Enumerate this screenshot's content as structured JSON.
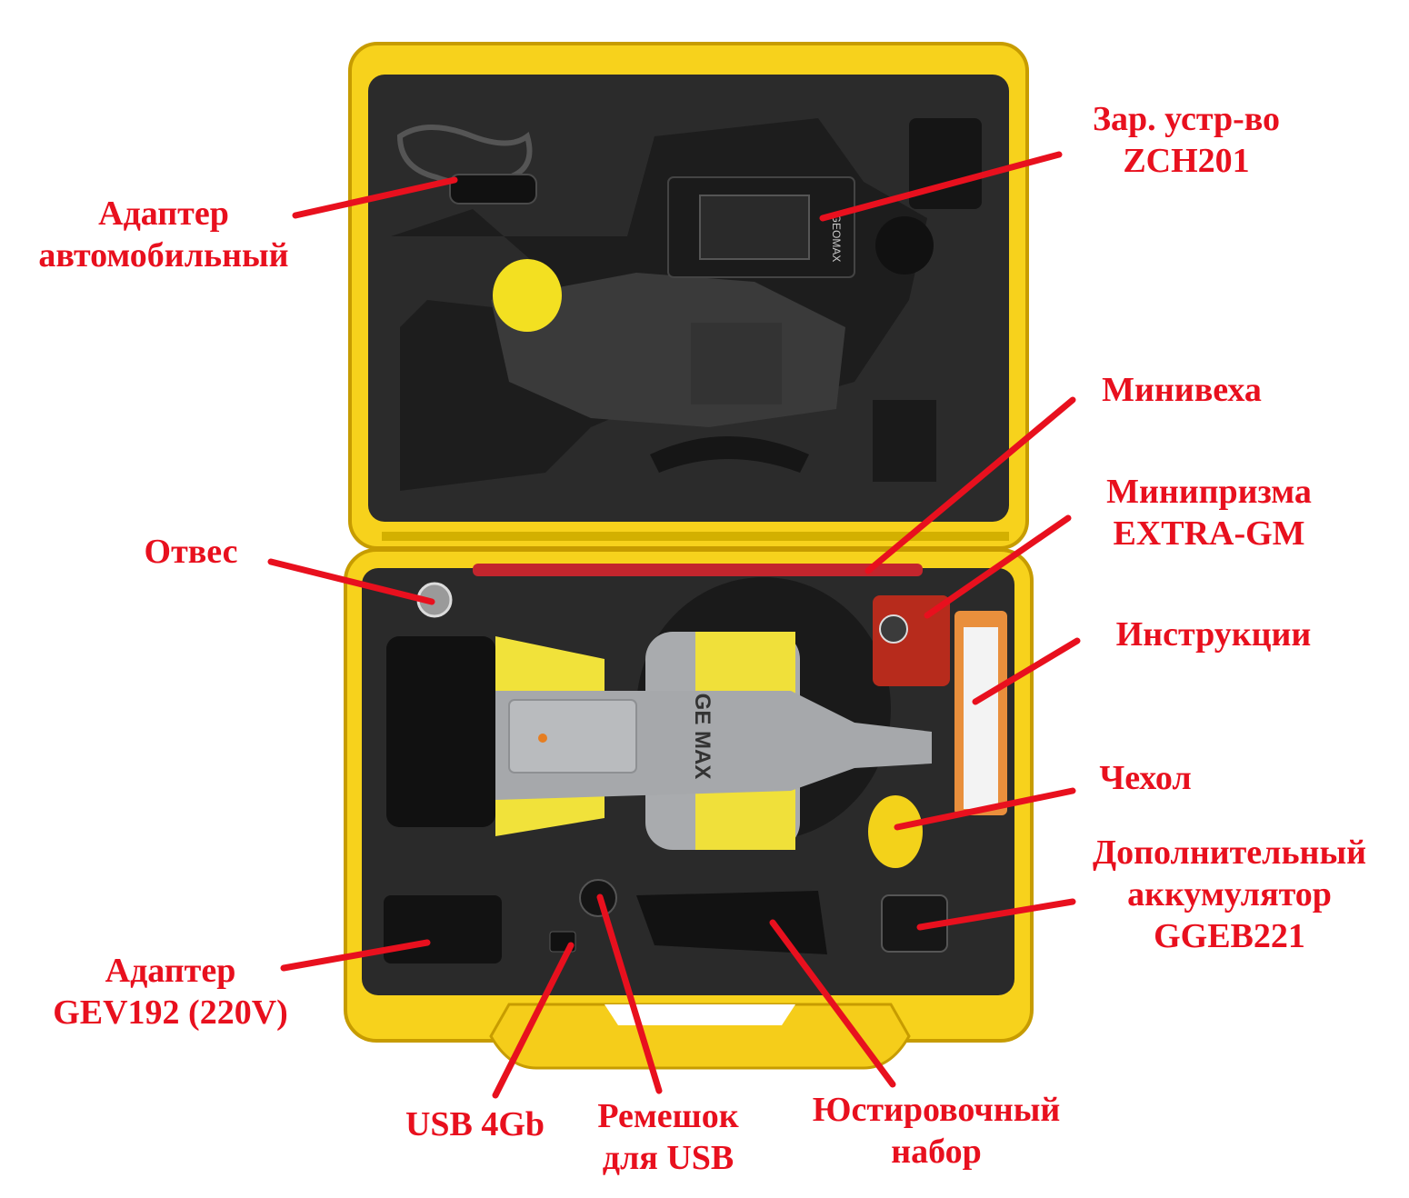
{
  "colors": {
    "label": "#e8101e",
    "case_yellow": "#f7d21c",
    "foam": "#2a2a2a",
    "instrument_gray": "#a9abae",
    "instrument_yellow": "#f1e23a"
  },
  "labels": {
    "car_adapter": [
      "Адаптер",
      "автомобильный"
    ],
    "charger": [
      "Зар. устр-во",
      "ZCH201"
    ],
    "mini_pole": [
      "Минивеха"
    ],
    "mini_prism": [
      "Минипризма",
      "EXTRA-GM"
    ],
    "plumb": [
      "Отвес"
    ],
    "manuals": [
      "Инструкции"
    ],
    "cover": [
      "Чехол"
    ],
    "battery": [
      "Дополнительный",
      "аккумулятор",
      "GGEB221"
    ],
    "ac_adapter": [
      "Адаптер",
      "GEV192 (220V)"
    ],
    "usb": [
      "USB 4Gb"
    ],
    "usb_strap": [
      "Ремешок",
      "для USB"
    ],
    "adjust_kit": [
      "Юстировочный",
      "набор"
    ]
  },
  "instrument": {
    "brand_mark": "GE MAX"
  },
  "charger_device": {
    "brand_mark": "GEOMAX"
  }
}
